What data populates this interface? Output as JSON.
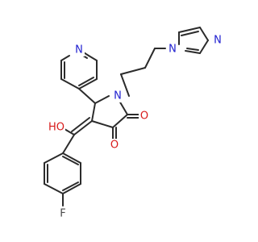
{
  "molecule": {
    "atoms": {
      "n_pyridine": "N",
      "n_pyrrolidine": "N",
      "n_imidazole_1": "N",
      "n_imidazole_3": "N",
      "o_ketone_1": "O",
      "o_ketone_2": "O",
      "hydroxyl": "HO",
      "fluorine": "F"
    },
    "colors": {
      "bond": "#2b2b2b",
      "nitrogen": "#2020d0",
      "oxygen": "#d81a1a",
      "fluorine": "#4a4a4a",
      "background": "#ffffff"
    }
  }
}
